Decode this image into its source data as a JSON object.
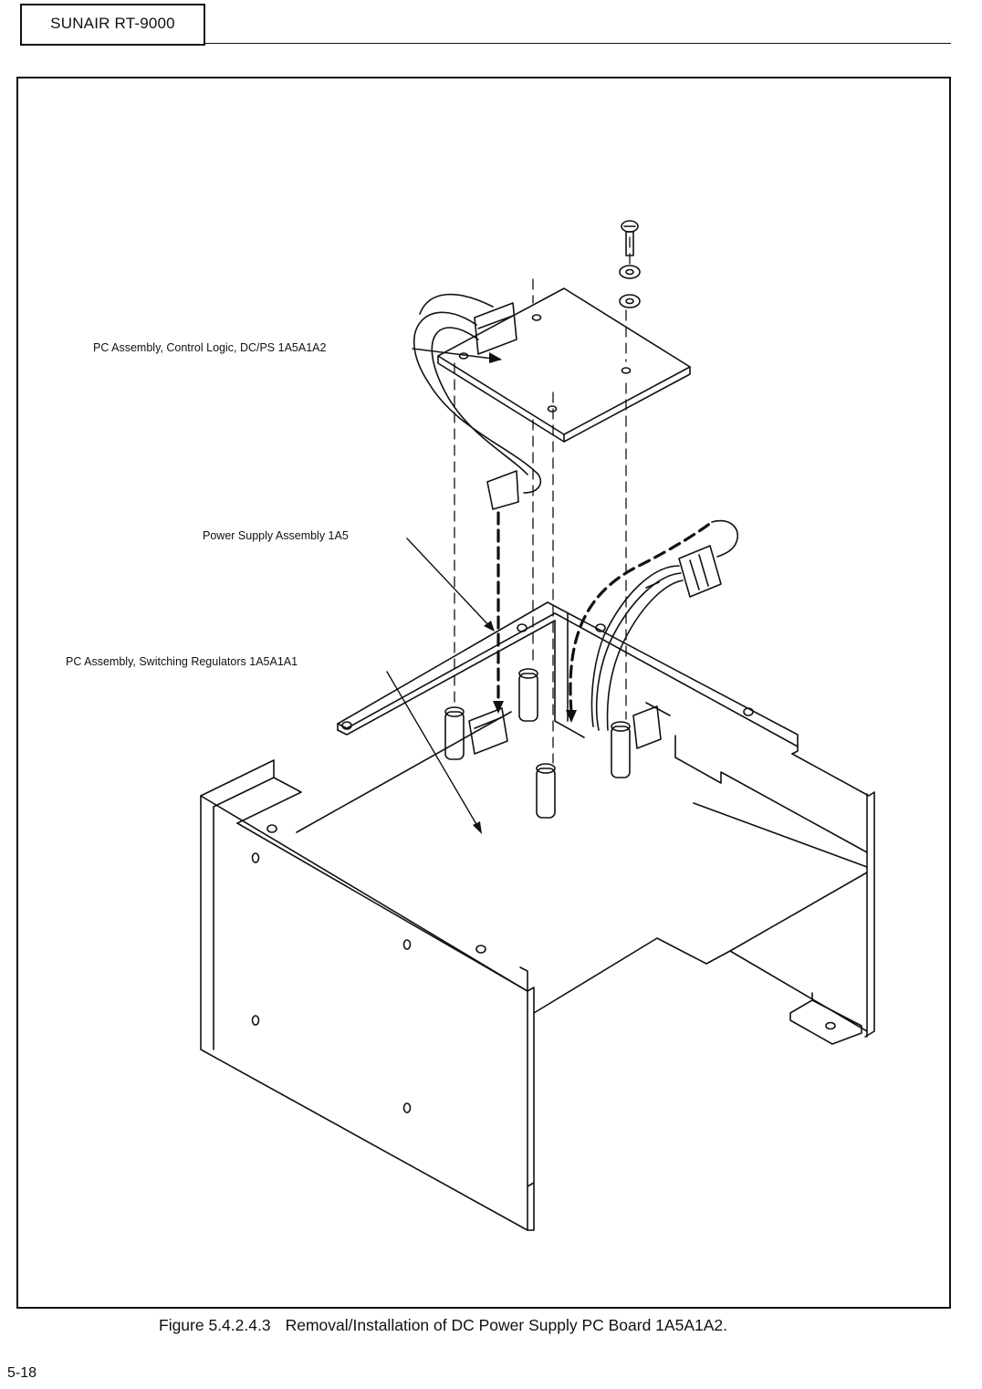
{
  "header": {
    "title": "SUNAIR RT-9000"
  },
  "labels": {
    "control_logic": "PC Assembly, Control Logic, DC/PS 1A5A1A2",
    "power_supply": "Power Supply Assembly 1A5",
    "switching_regulators": "PC Assembly, Switching Regulators 1A5A1A1"
  },
  "caption": {
    "number": "Figure 5.4.2.4.3",
    "text": "Removal/Installation of DC Power Supply PC Board 1A5A1A2."
  },
  "footer": {
    "page": "5-18"
  }
}
